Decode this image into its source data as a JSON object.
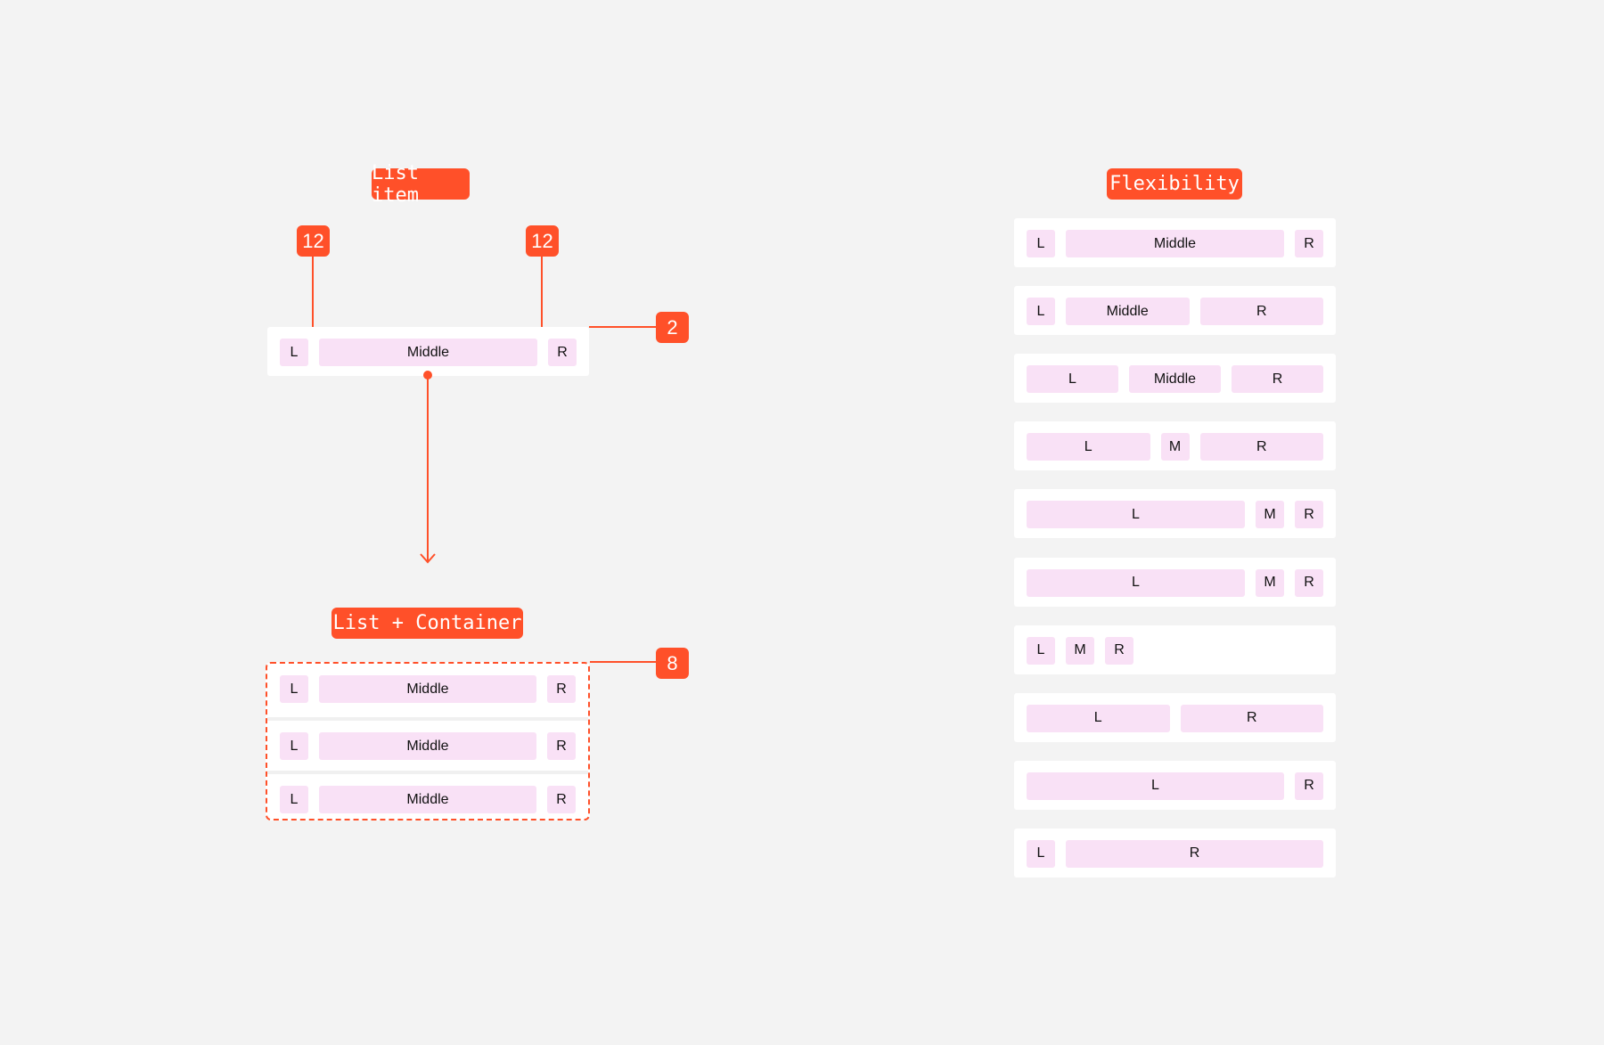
{
  "colors": {
    "accent": "#ff5029",
    "cell": "#f9e1f6",
    "background": "#f3f3f3"
  },
  "list_item": {
    "title": "List item",
    "padding_left": "12",
    "padding_right": "12",
    "gap": "2",
    "cells": [
      {
        "label": "L",
        "sizing": "hug"
      },
      {
        "label": "Middle",
        "sizing": "fill"
      },
      {
        "label": "R",
        "sizing": "hug"
      }
    ]
  },
  "list_container": {
    "title": "List + Container",
    "spacing": "8",
    "rows": [
      [
        {
          "label": "L",
          "sizing": "hug"
        },
        {
          "label": "Middle",
          "sizing": "fill"
        },
        {
          "label": "R",
          "sizing": "hug"
        }
      ],
      [
        {
          "label": "L",
          "sizing": "hug"
        },
        {
          "label": "Middle",
          "sizing": "fill"
        },
        {
          "label": "R",
          "sizing": "hug"
        }
      ],
      [
        {
          "label": "L",
          "sizing": "hug"
        },
        {
          "label": "Middle",
          "sizing": "fill"
        },
        {
          "label": "R",
          "sizing": "hug"
        }
      ]
    ]
  },
  "flexibility": {
    "title": "Flexibility",
    "rows": [
      [
        {
          "label": "L",
          "sizing": "hug"
        },
        {
          "label": "Middle",
          "sizing": "fill"
        },
        {
          "label": "R",
          "sizing": "hug"
        }
      ],
      [
        {
          "label": "L",
          "sizing": "hug"
        },
        {
          "label": "Middle",
          "sizing": "fill"
        },
        {
          "label": "R",
          "sizing": "fill"
        }
      ],
      [
        {
          "label": "L",
          "sizing": "fill"
        },
        {
          "label": "Middle",
          "sizing": "fill"
        },
        {
          "label": "R",
          "sizing": "fill"
        }
      ],
      [
        {
          "label": "L",
          "sizing": "fill"
        },
        {
          "label": "M",
          "sizing": "hug"
        },
        {
          "label": "R",
          "sizing": "fill"
        }
      ],
      [
        {
          "label": "L",
          "sizing": "fill"
        },
        {
          "label": "M",
          "sizing": "hug"
        },
        {
          "label": "R",
          "sizing": "hug"
        }
      ],
      [
        {
          "label": "L",
          "sizing": "fill"
        },
        {
          "label": "M",
          "sizing": "hug"
        },
        {
          "label": "R",
          "sizing": "hug"
        }
      ],
      [
        {
          "label": "L",
          "sizing": "hug"
        },
        {
          "label": "M",
          "sizing": "hug"
        },
        {
          "label": "R",
          "sizing": "hug"
        }
      ],
      [
        {
          "label": "L",
          "sizing": "fill"
        },
        {
          "label": "R",
          "sizing": "fill"
        }
      ],
      [
        {
          "label": "L",
          "sizing": "fill"
        },
        {
          "label": "R",
          "sizing": "hug"
        }
      ],
      [
        {
          "label": "L",
          "sizing": "hug"
        },
        {
          "label": "R",
          "sizing": "fill"
        }
      ]
    ]
  }
}
